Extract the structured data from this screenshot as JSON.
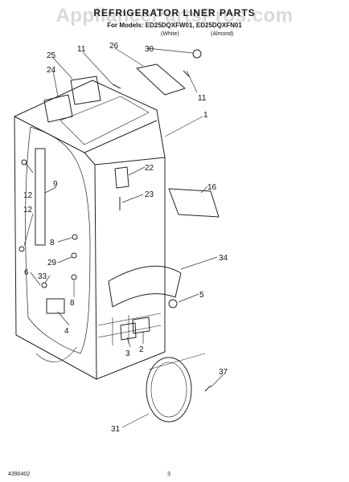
{
  "watermark": "AppliancePartsPros.com",
  "header": {
    "title": "REFRIGERATOR LINER PARTS",
    "parts_for": "For Models: ED25DQXFW01, ED25DQXFN01",
    "variant_white": "(White)",
    "variant_almond": "(Almond)"
  },
  "callouts": {
    "c1": "1",
    "c2": "2",
    "c3": "3",
    "c4": "4",
    "c5": "5",
    "c6": "6",
    "c8a": "8",
    "c8b": "8",
    "c9": "9",
    "c11a": "11",
    "c11b": "11",
    "c12a": "12",
    "c12b": "12",
    "c16": "16",
    "c22": "22",
    "c23": "23",
    "c24": "24",
    "c25": "25",
    "c26": "26",
    "c29": "29",
    "c30": "30",
    "c31": "31",
    "c33": "33",
    "c34": "34",
    "c37": "37"
  },
  "footer": {
    "doc_number": "4390402",
    "page": "3"
  }
}
